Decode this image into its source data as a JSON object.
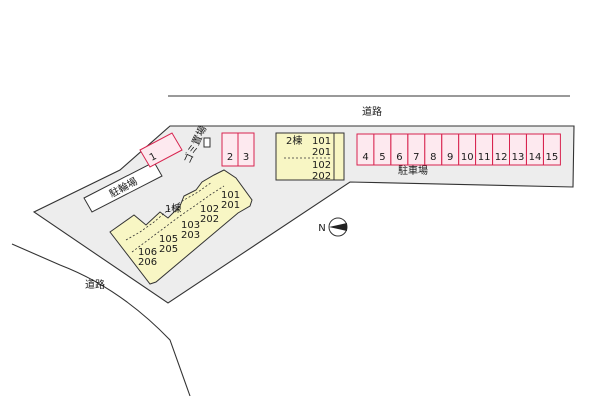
{
  "labels": {
    "road_top": "道路",
    "road_left": "道路",
    "parking": "駐車場",
    "bicycle_parking": "駐輪場",
    "garbage_area": "ゴミ置場",
    "building1": "1棟",
    "building2": "2棟"
  },
  "building1_units": [
    "101",
    "201",
    "102",
    "202",
    "103",
    "203",
    "105",
    "205",
    "106",
    "206"
  ],
  "building2_units": [
    "101",
    "201",
    "102",
    "202"
  ],
  "parking_left_stalls": [
    "1"
  ],
  "parking_mid_stalls": [
    "2",
    "3"
  ],
  "parking_right_stalls": [
    "4",
    "5",
    "6",
    "7",
    "8",
    "9",
    "10",
    "11",
    "12",
    "13",
    "14",
    "15"
  ],
  "compass": {
    "direction_label": "N",
    "icon": "compass-icon"
  },
  "colors": {
    "lot_fill": "#ededed",
    "building_fill": "#f8f6c4",
    "parking_stroke": "#d8244f",
    "parking_fill": "#fde9ef"
  }
}
